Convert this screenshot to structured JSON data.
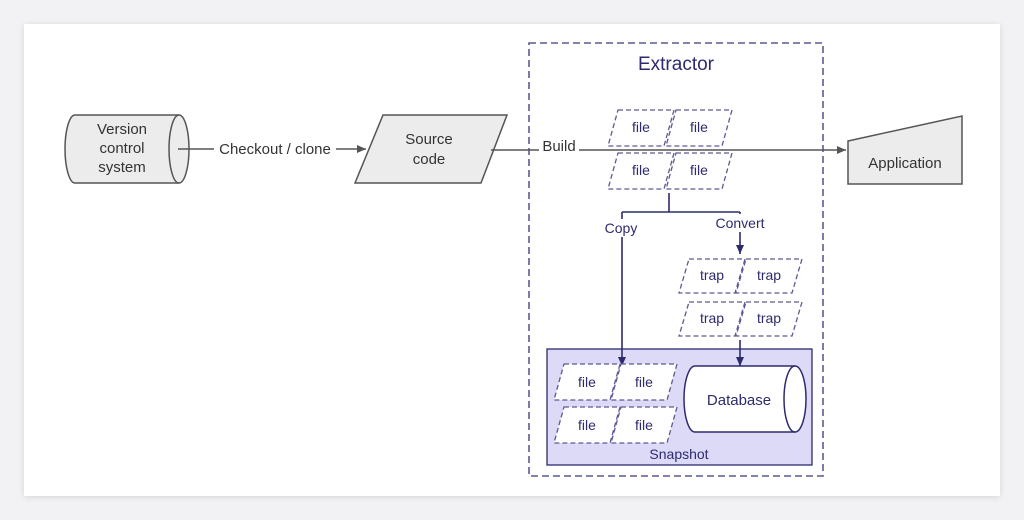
{
  "colors": {
    "dark_line": "#555555",
    "purple_line": "#2e2a6e",
    "dashed_border": "#5c5a94",
    "gray_fill": "#ececec",
    "snapshot_fill": "#dcdaf6"
  },
  "nodes": {
    "version_control": [
      "Version",
      "control",
      "system"
    ],
    "source_code": [
      "Source",
      "code"
    ],
    "application": "Application",
    "extractor": "Extractor",
    "snapshot": "Snapshot",
    "database": "Database"
  },
  "edges": {
    "checkout": "Checkout / clone",
    "build": "Build",
    "copy": "Copy",
    "convert": "Convert"
  },
  "build_files": [
    "file",
    "file",
    "file",
    "file"
  ],
  "trap_files": [
    "trap",
    "trap",
    "trap",
    "trap"
  ],
  "snapshot_files": [
    "file",
    "file",
    "file",
    "file"
  ]
}
